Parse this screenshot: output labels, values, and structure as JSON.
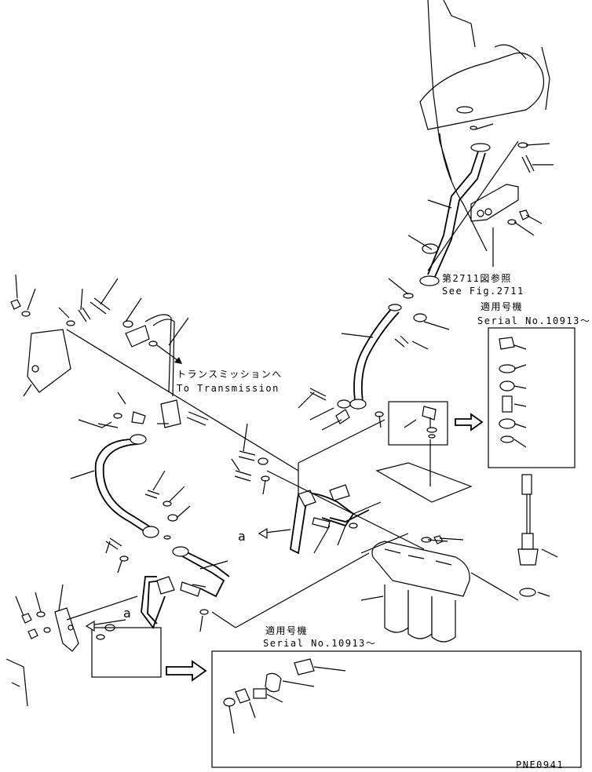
{
  "labels": {
    "ref_fig_jp": "第2711図参照",
    "ref_fig_en": "See Fig.2711",
    "to_transmission_jp": "トランスミッションへ",
    "to_transmission_en": "To Transmission",
    "applicable_jp_top": "適用号機",
    "serial_top": "Serial No.10913～",
    "applicable_jp_bottom": "適用号機",
    "serial_bottom": "Serial No.10913～",
    "arrow_a_1": "a",
    "arrow_a_2": "a",
    "drawing_code": "PNE0941"
  }
}
